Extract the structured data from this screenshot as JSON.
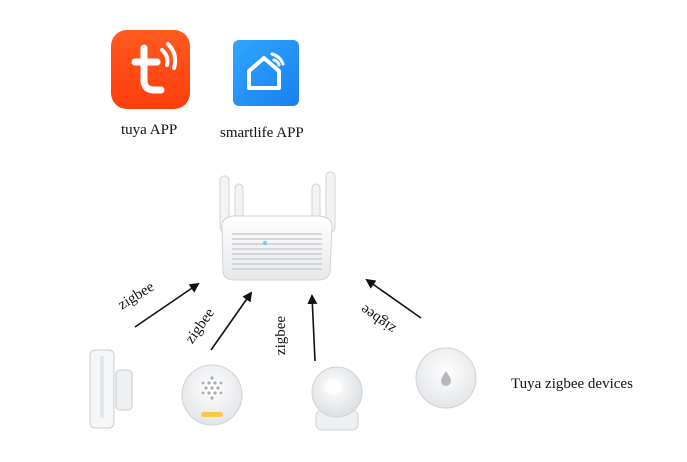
{
  "apps": [
    {
      "label": "tuya APP",
      "icon": "tuya-t-icon",
      "color": "#ff4b12"
    },
    {
      "label": "smartlife APP",
      "icon": "home-wifi-icon",
      "color": "#1f8ef5"
    }
  ],
  "hub": {
    "icon": "zigbee-gateway-router-icon",
    "led_color": "#7ec8ff"
  },
  "connections": [
    {
      "label": "zigbee"
    },
    {
      "label": "zigbee"
    },
    {
      "label": "zigbee"
    },
    {
      "label": "zigbee"
    }
  ],
  "devices": [
    {
      "icon": "door-window-sensor-icon"
    },
    {
      "icon": "siren-alarm-icon"
    },
    {
      "icon": "motion-sensor-icon"
    },
    {
      "icon": "water-leak-sensor-icon"
    }
  ],
  "devices_label": "Tuya zigbee devices"
}
